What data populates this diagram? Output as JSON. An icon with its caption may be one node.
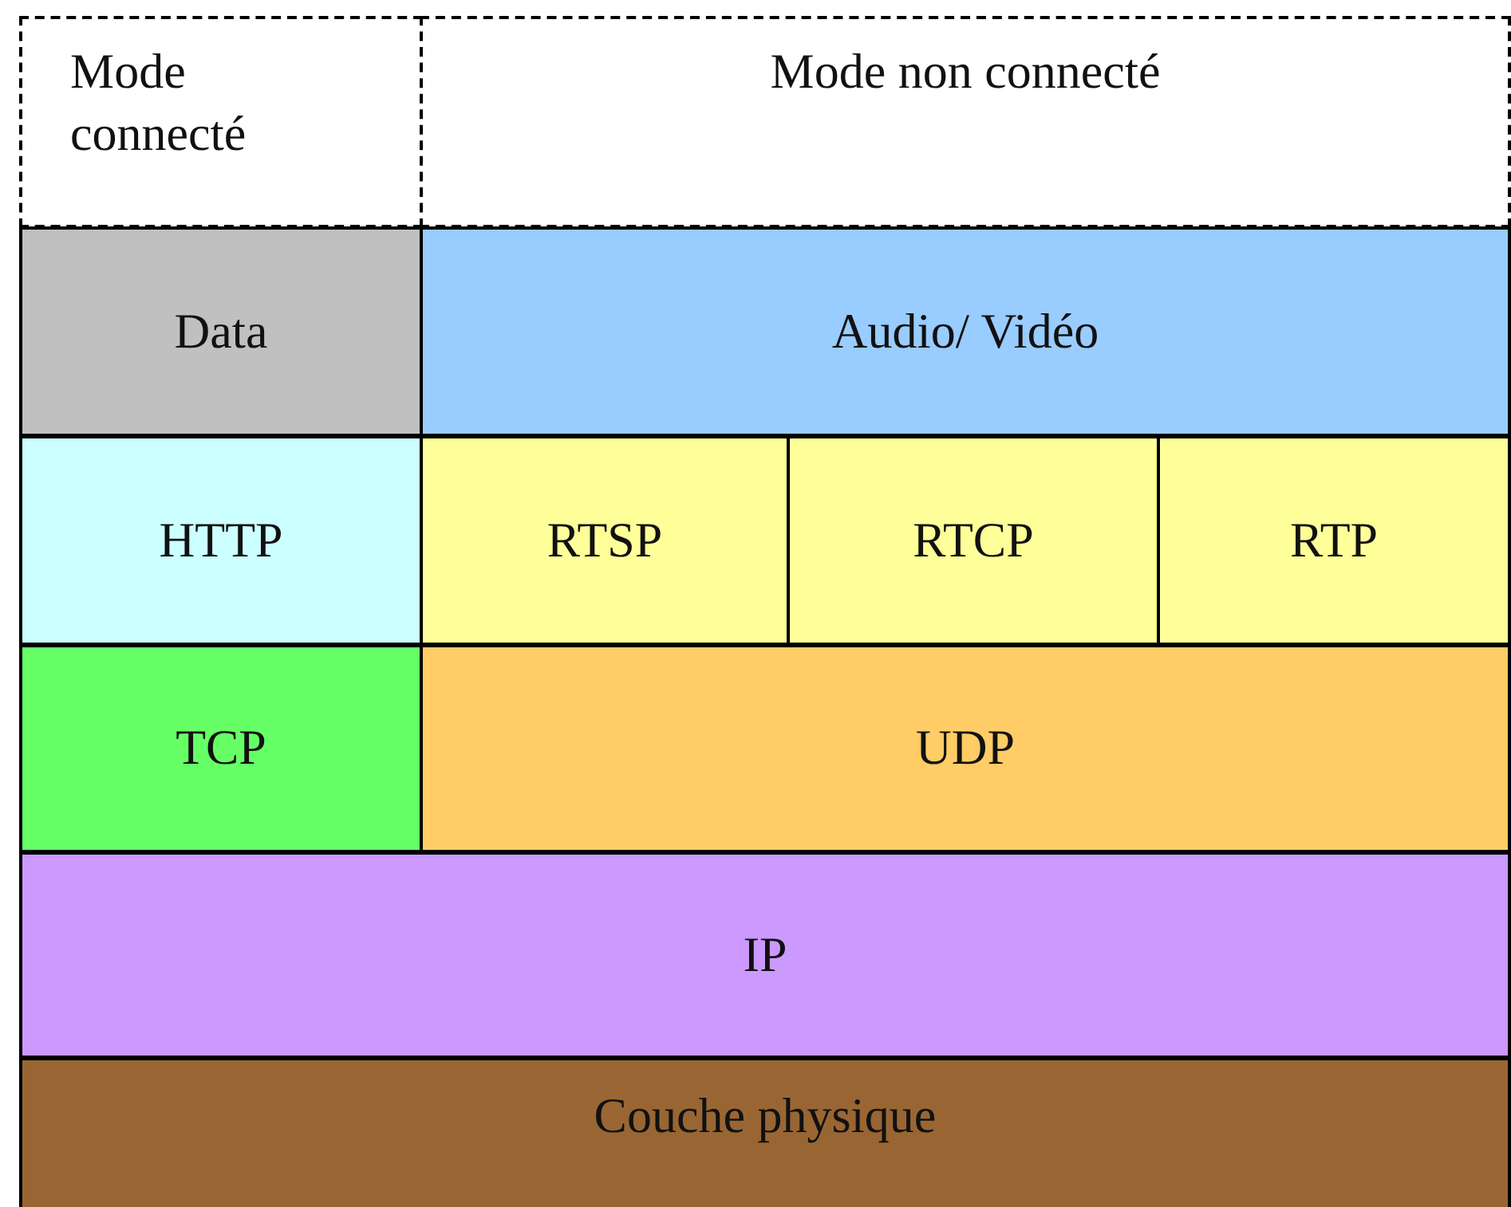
{
  "diagram": {
    "nodes": [
      {
        "text": [
          "Mode connecté"
        ]
      },
      {
        "text": [
          "Mode non connecté"
        ]
      },
      {
        "text": [
          "Data"
        ]
      },
      {
        "text": [
          "Audio/ Vidéo"
        ]
      },
      {
        "text": [
          "HTTP"
        ]
      },
      {
        "text": [
          "RTSP"
        ]
      },
      {
        "text": [
          "RTCP"
        ]
      },
      {
        "text": [
          "RTP"
        ]
      },
      {
        "text": [
          "TCP"
        ]
      },
      {
        "text": [
          "UDP"
        ]
      },
      {
        "text": [
          "IP"
        ]
      },
      {
        "text": [
          "Couche physique"
        ]
      }
    ]
  }
}
